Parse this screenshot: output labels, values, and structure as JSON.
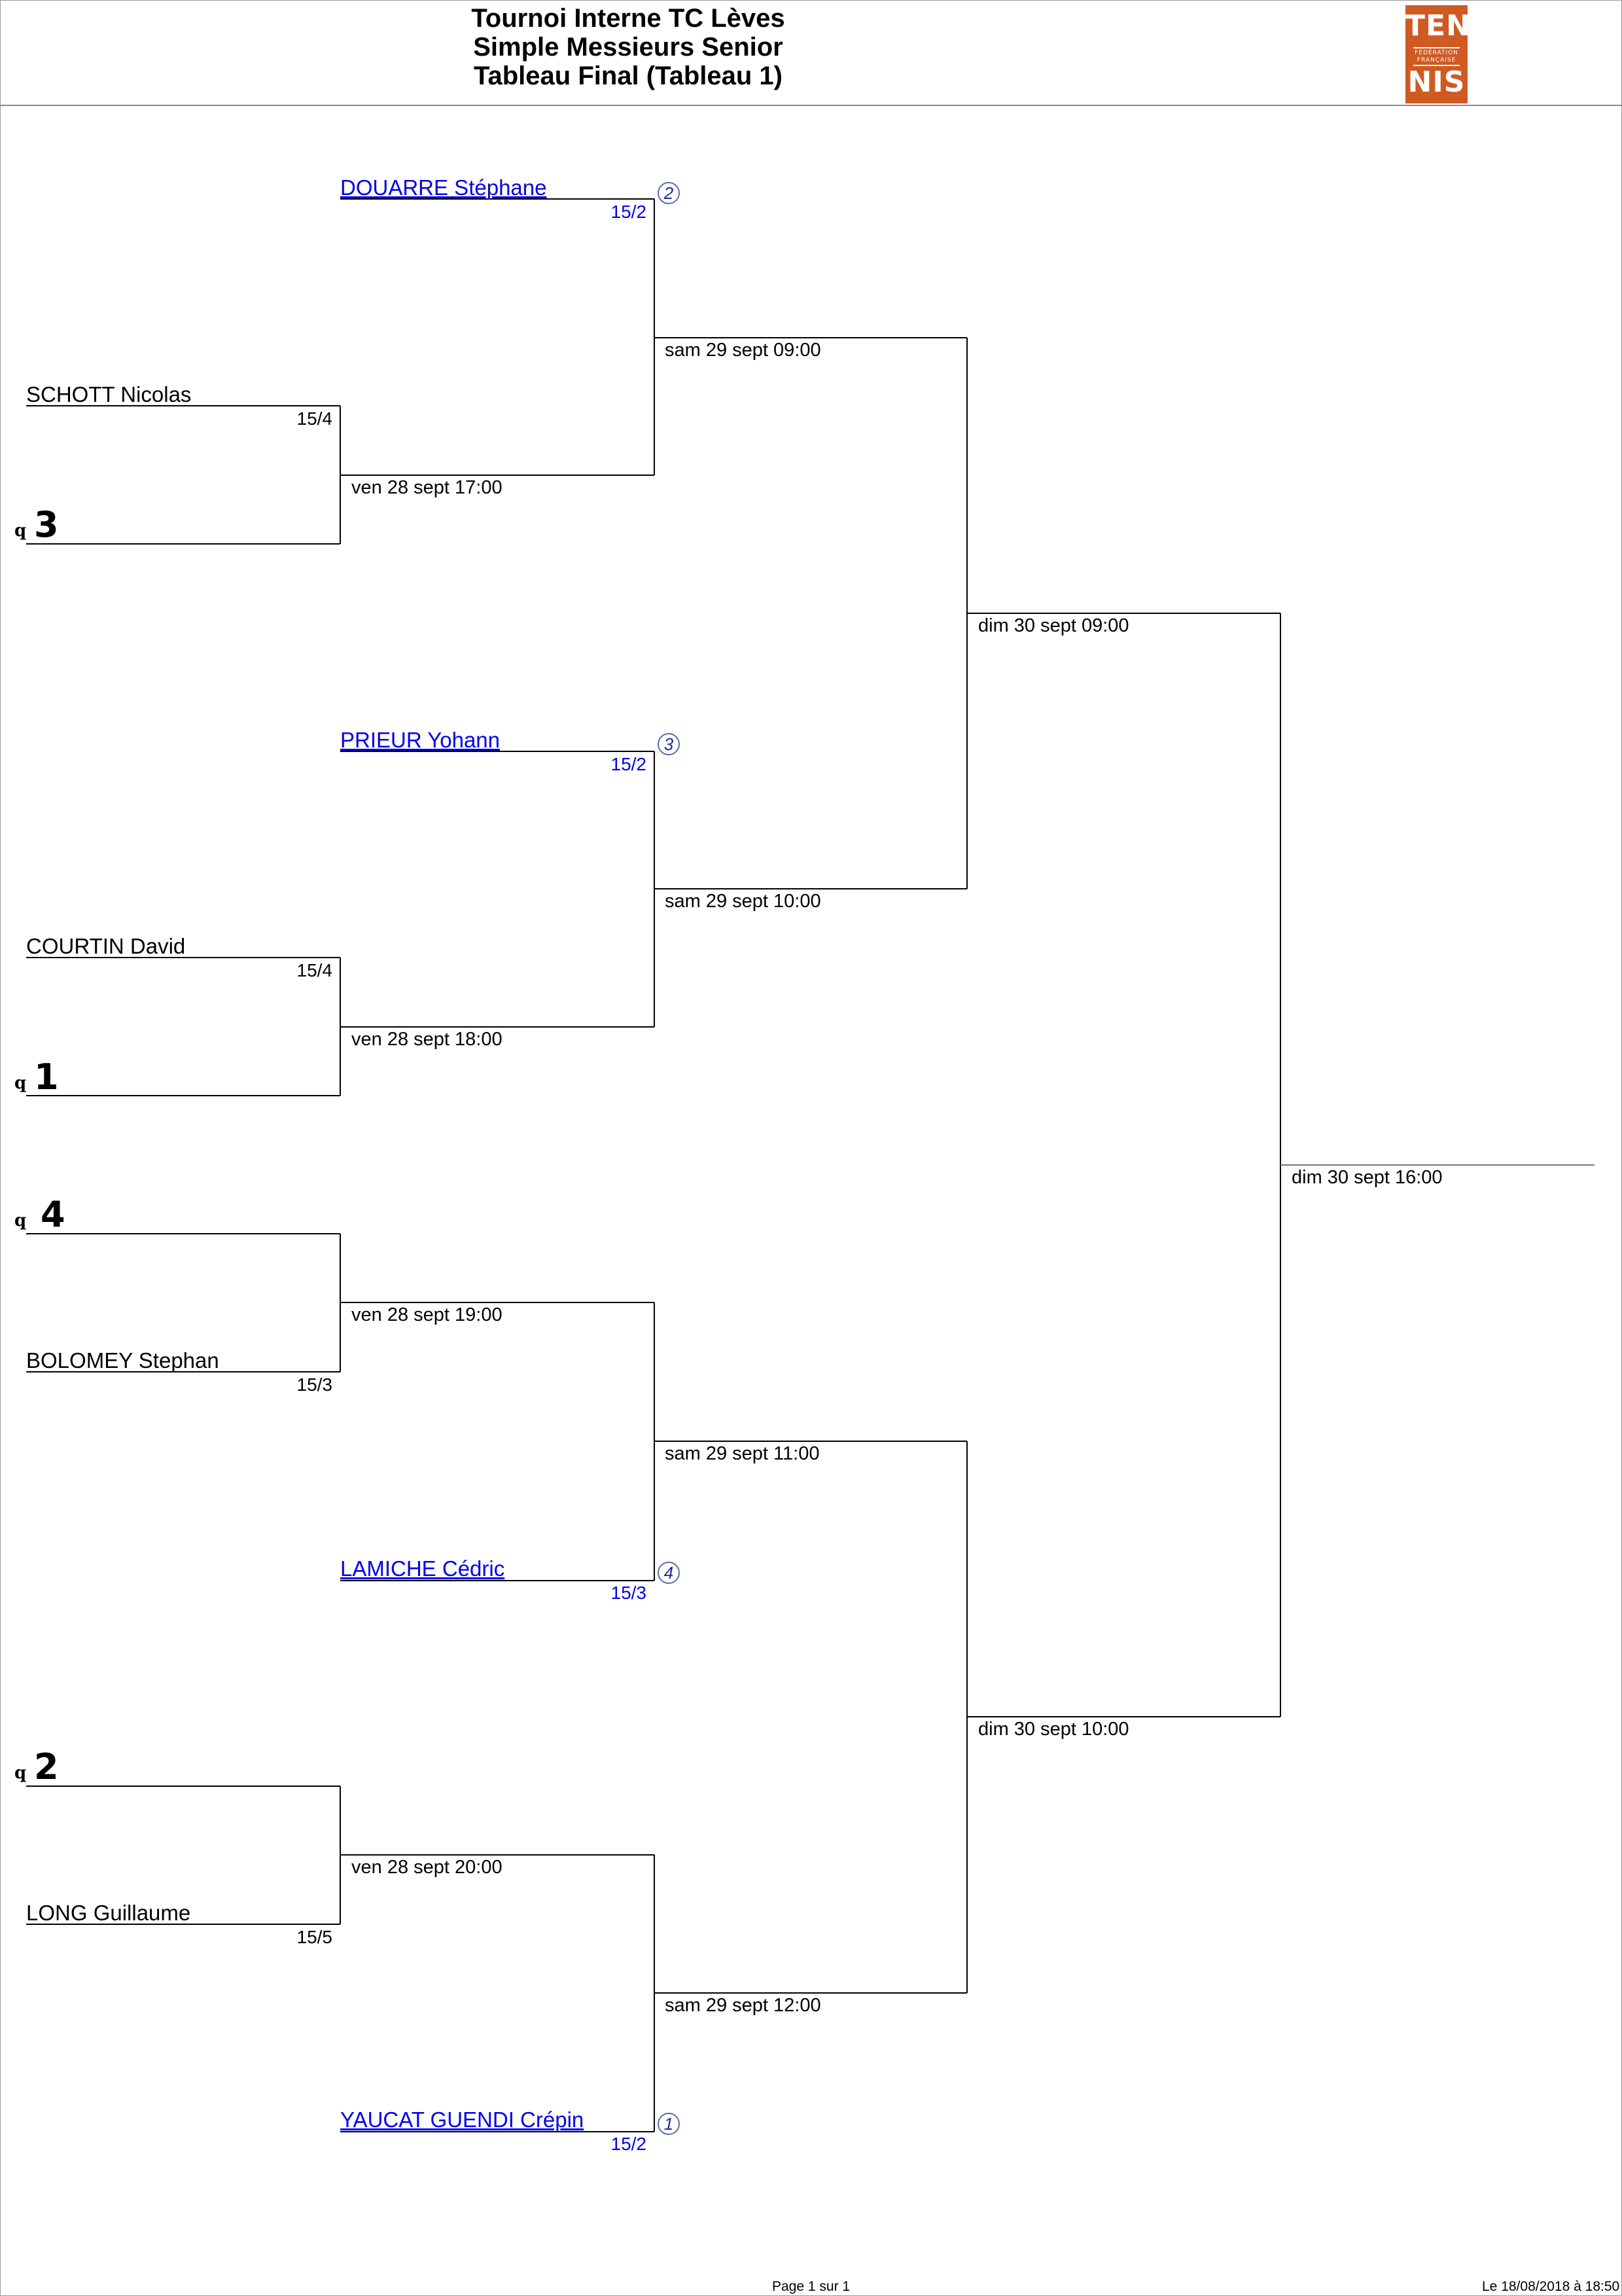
{
  "header": {
    "tournament": "Tournoi Interne TC Lèves",
    "category": "Simple Messieurs Senior",
    "draw": "Tableau Final (Tableau 1)"
  },
  "logo": {
    "top": "TEN",
    "subtitle_1": "FÉDÉRATION",
    "subtitle_2": "FRANÇAISE",
    "bottom": "NIS",
    "color": "#cf5a22"
  },
  "bracket": {
    "first_round": [
      {
        "name": "SCHOTT Nicolas",
        "ranking": "15/4"
      },
      {
        "qualifier_label": "q",
        "qualifier_number": "3"
      },
      {
        "name": "COURTIN David",
        "ranking": "15/4"
      },
      {
        "qualifier_label": "q",
        "qualifier_number": "1"
      },
      {
        "qualifier_label": "q",
        "qualifier_number": "4"
      },
      {
        "name": "BOLOMEY Stephan",
        "ranking": "15/3"
      },
      {
        "qualifier_label": "q",
        "qualifier_number": "2"
      },
      {
        "name": "LONG Guillaume",
        "ranking": "15/5"
      }
    ],
    "seeded": [
      {
        "name": "DOUARRE Stéphane",
        "ranking": "15/2",
        "seed": "2"
      },
      {
        "name": "PRIEUR Yohann",
        "ranking": "15/2",
        "seed": "3"
      },
      {
        "name": "LAMICHE Cédric",
        "ranking": "15/3",
        "seed": "4"
      },
      {
        "name": "YAUCAT GUENDI Crépin",
        "ranking": "15/2",
        "seed": "1"
      }
    ],
    "round1_schedule": [
      "ven 28 sept 17:00",
      "ven 28 sept 18:00",
      "ven 28 sept 19:00",
      "ven 28 sept 20:00"
    ],
    "quarter_schedule": [
      "sam 29 sept 09:00",
      "sam 29 sept 10:00",
      "sam 29 sept 11:00",
      "sam 29 sept 12:00"
    ],
    "semi_schedule": [
      "dim 30 sept 09:00",
      "dim 30 sept 10:00"
    ],
    "final_schedule": "dim 30 sept 16:00",
    "colors": {
      "seeded_text": "#0000ee",
      "line": "#000000"
    }
  },
  "footer": {
    "page": "Page 1 sur 1",
    "printed": "Le 18/08/2018 à 18:50"
  }
}
